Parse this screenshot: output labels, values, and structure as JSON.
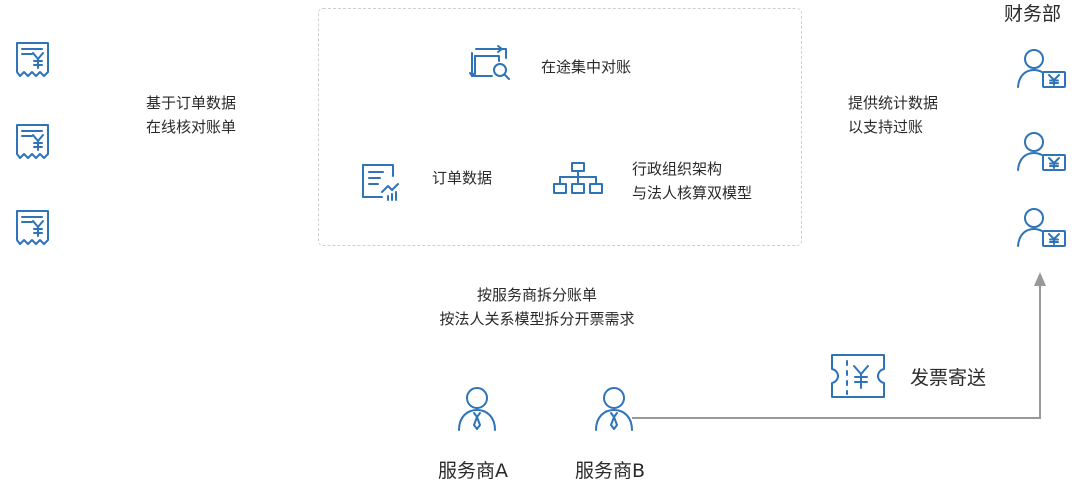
{
  "finance_dept": "财务部",
  "left_caption": "基于订单数据\n在线核对账单",
  "right_caption": "提供统计数据\n以支持过账",
  "center": {
    "title": "在途集中对账",
    "order_data": "订单数据",
    "org_model": "行政组织架构\n与法人核算双模型"
  },
  "split_caption": "按服务商拆分账单\n按法人关系模型拆分开票需求",
  "invoice_send": "发票寄送",
  "providers": [
    "服务商A",
    "服务商B"
  ],
  "colors": {
    "accent": "#2f73b8",
    "connector": "#999999",
    "dash_border": "#cfcfcf"
  },
  "icons": {
    "bill": "bill-yen-icon",
    "finance_user": "finance-user-icon",
    "reconcile": "reconcile-search-icon",
    "order": "order-data-chart-icon",
    "org": "org-chart-icon",
    "invoice": "invoice-yen-icon",
    "provider_user": "provider-user-icon"
  }
}
